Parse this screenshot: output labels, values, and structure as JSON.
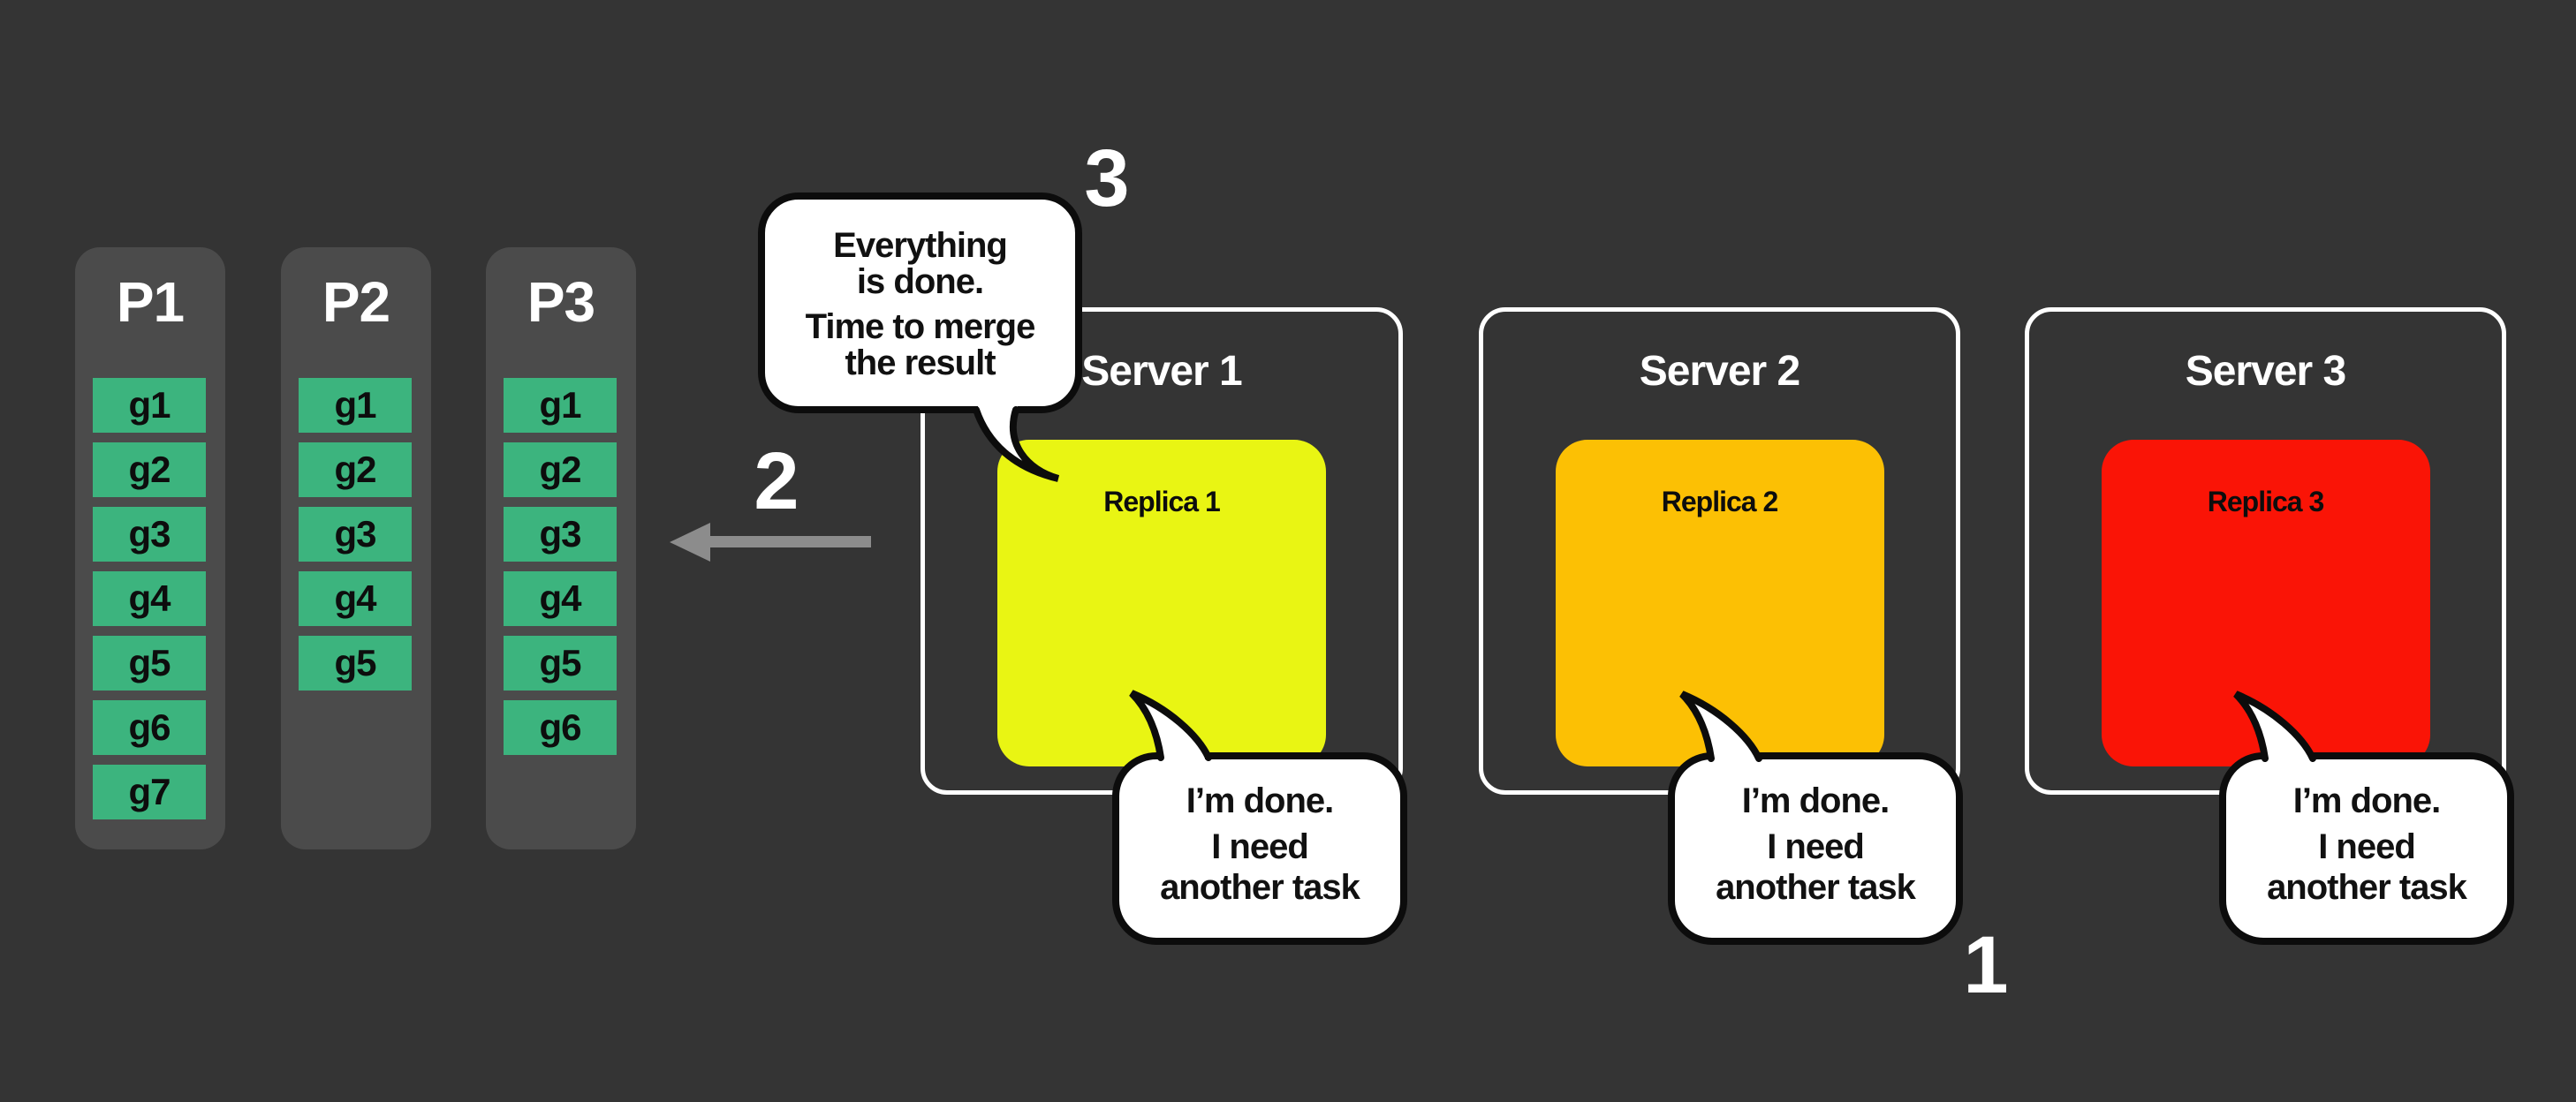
{
  "diagram": {
    "colors": {
      "background": "#343434",
      "partition_panel": "#4b4b4b",
      "cell_green": "#3cb47e",
      "replica_yellow": "#e9f513",
      "replica_orange": "#fcc004",
      "replica_red": "#fa1406",
      "arrow_gray": "#8c8c8c",
      "bubble_border": "#0c0c0c",
      "text_light": "#ffffff",
      "text_dark": "#111111"
    },
    "partitions": [
      {
        "label": "P1",
        "cells": [
          "g1",
          "g2",
          "g3",
          "g4",
          "g5",
          "g6",
          "g7"
        ]
      },
      {
        "label": "P2",
        "cells": [
          "g1",
          "g2",
          "g3",
          "g4",
          "g5"
        ]
      },
      {
        "label": "P3",
        "cells": [
          "g1",
          "g2",
          "g3",
          "g4",
          "g5",
          "g6"
        ]
      }
    ],
    "steps": {
      "request": "1",
      "assign": "2",
      "merge": "3"
    },
    "merge_bubble": {
      "lines": [
        "Everything",
        "is done.",
        "Time to merge",
        "the result"
      ]
    },
    "servers": [
      {
        "title": "Server 1",
        "replica_label": "Replica 1",
        "replica_color": "#e9f513",
        "bubble_lines": [
          "I’m done.",
          "I need",
          "another task"
        ]
      },
      {
        "title": "Server 2",
        "replica_label": "Replica 2",
        "replica_color": "#fcc004",
        "bubble_lines": [
          "I’m done.",
          "I need",
          "another task"
        ]
      },
      {
        "title": "Server 3",
        "replica_label": "Replica 3",
        "replica_color": "#fa1406",
        "bubble_lines": [
          "I’m done.",
          "I need",
          "another task"
        ]
      }
    ]
  }
}
